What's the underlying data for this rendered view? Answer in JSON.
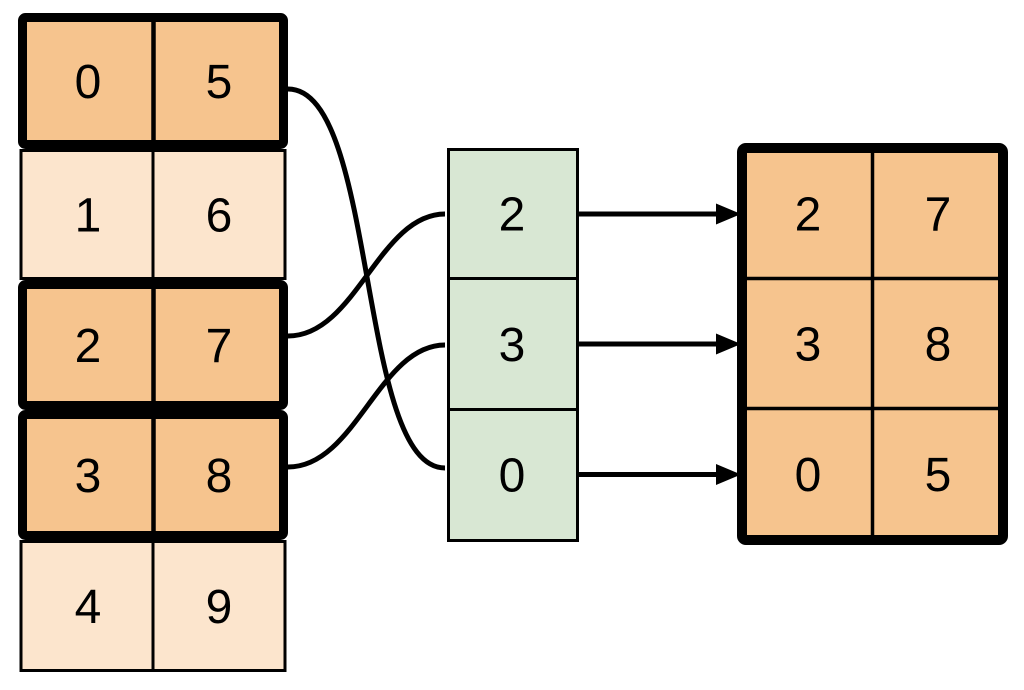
{
  "source_table": {
    "rows": [
      {
        "left": "0",
        "right": "5",
        "highlighted": true
      },
      {
        "left": "1",
        "right": "6",
        "highlighted": false
      },
      {
        "left": "2",
        "right": "7",
        "highlighted": true
      },
      {
        "left": "3",
        "right": "8",
        "highlighted": true
      },
      {
        "left": "4",
        "right": "9",
        "highlighted": false
      }
    ]
  },
  "index_column": {
    "values": [
      "2",
      "3",
      "0"
    ]
  },
  "result_table": {
    "rows": [
      {
        "left": "2",
        "right": "7"
      },
      {
        "left": "3",
        "right": "8"
      },
      {
        "left": "0",
        "right": "5"
      }
    ]
  },
  "colors": {
    "highlighted_row_fill": "#F6C48E",
    "muted_row_fill": "#FCE5CD",
    "index_cell_fill": "#D8E7D3",
    "line_stroke": "#000000",
    "background": "#FFFFFF"
  }
}
